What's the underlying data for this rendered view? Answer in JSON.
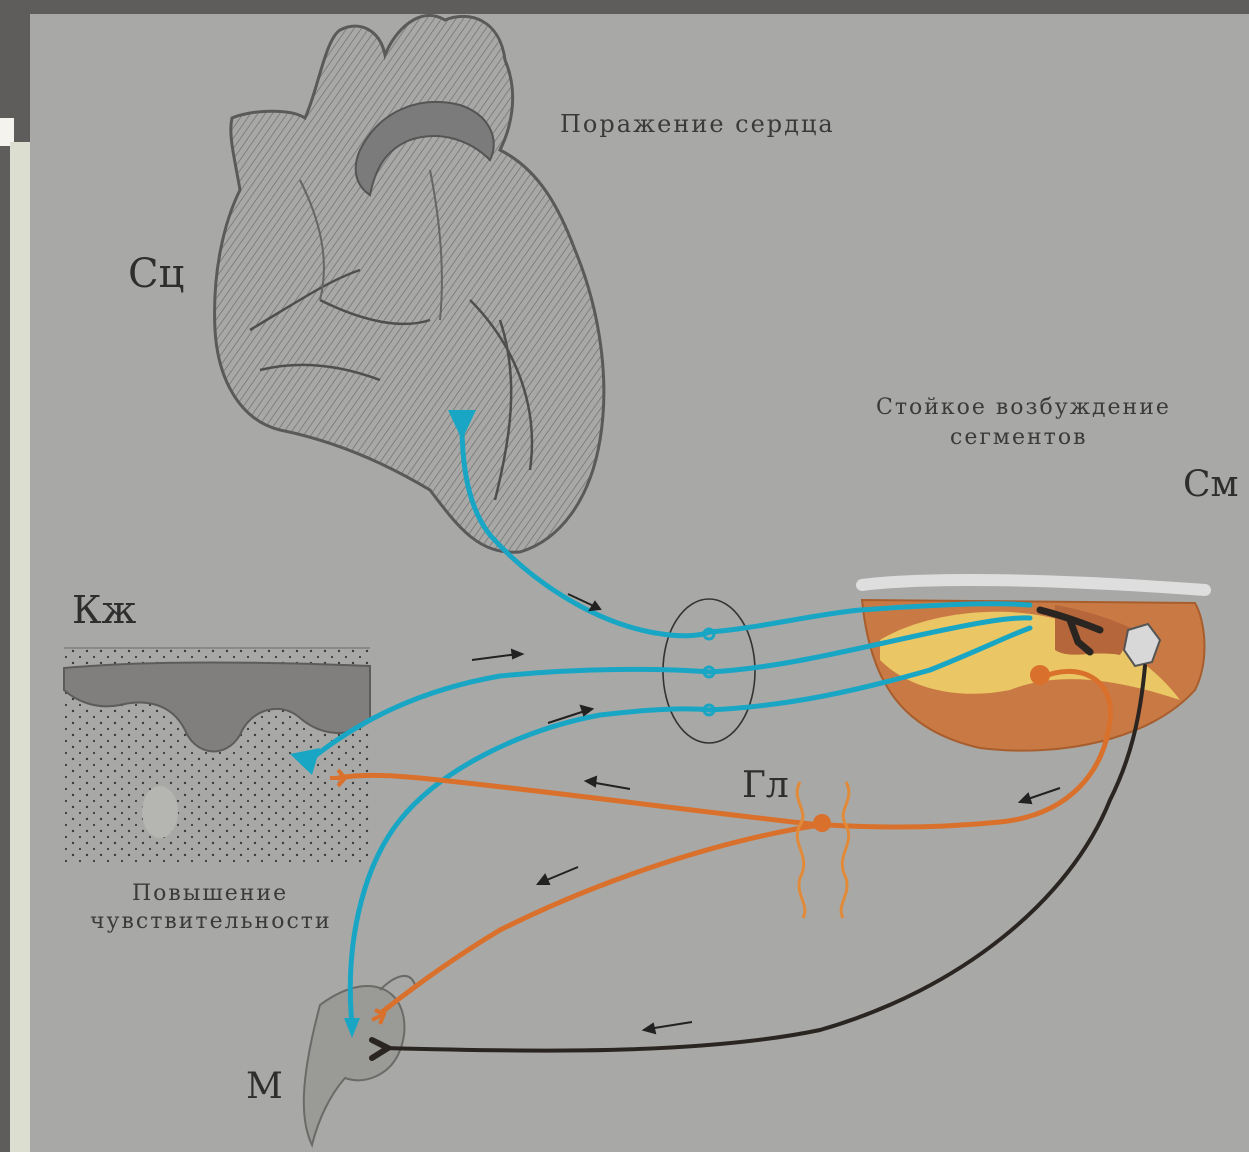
{
  "labels": {
    "heart": "Сц",
    "skin": "Кж",
    "spinal_cord": "См",
    "ganglion": "Гл",
    "muscle": "М"
  },
  "captions": {
    "heart_damage": "Поражение сердца",
    "persistent_excitation_line1": "Стойкое возбуждение",
    "persistent_excitation_line2": "сегментов",
    "hypersensitivity_line1": "Повышение",
    "hypersensitivity_line2": "чувствительности"
  },
  "colors": {
    "sensory_pathway": "#19a6c4",
    "sympathetic_pathway": "#d9712d",
    "motor_pathway": "#2b2522",
    "spinal_segment": "#c97a44",
    "figure_background": "#a8a9a6",
    "frame": "#5f5d5c"
  }
}
